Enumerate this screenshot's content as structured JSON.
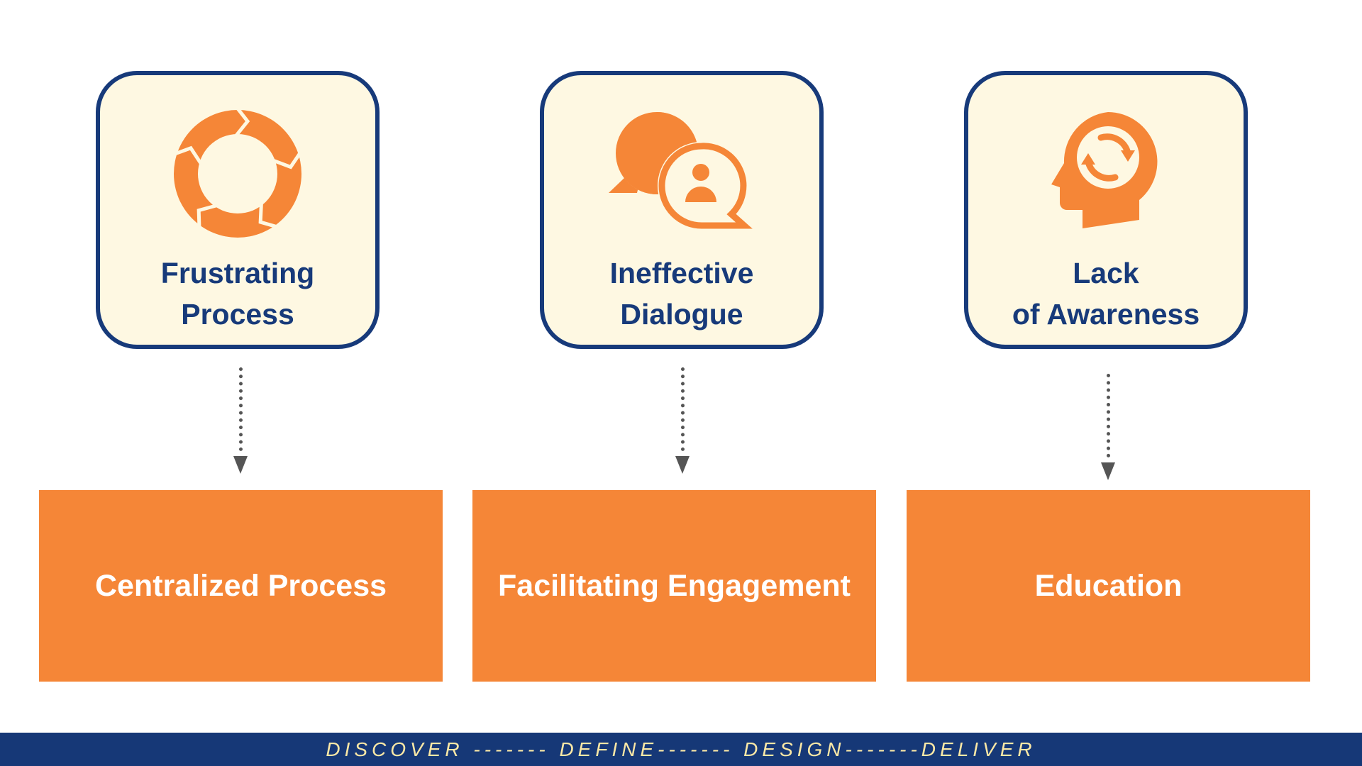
{
  "colors": {
    "navy": "#173a7a",
    "cream": "#fef8e2",
    "orange": "#f58637",
    "arrow_gray": "#555555",
    "footer_text": "#fbe8a6"
  },
  "problems": [
    {
      "line1": "Frustrating",
      "line2": "Process",
      "icon": "cycle-arrows-icon"
    },
    {
      "line1": "Ineffective",
      "line2": "Dialogue",
      "icon": "chat-bubbles-person-icon"
    },
    {
      "line1": "Lack",
      "line2": "of Awareness",
      "icon": "head-refresh-icon"
    }
  ],
  "solutions": [
    {
      "label": "Centralized Process"
    },
    {
      "label": "Facilitating Engagement"
    },
    {
      "label": "Education"
    }
  ],
  "footer": {
    "text": "DISCOVER ------- DEFINE------- DESIGN-------DELIVER"
  }
}
